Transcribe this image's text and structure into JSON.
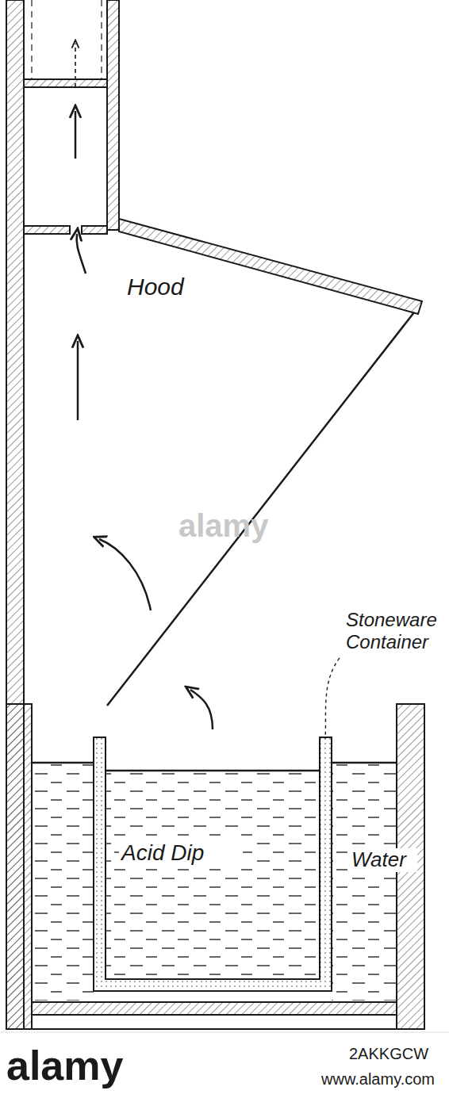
{
  "diagram": {
    "labels": [
      "Hood",
      "Stoneware Container",
      "Acid Dip",
      "Water",
      "alamy",
      "alamy",
      "2AKKGCW",
      "www.alamy.com"
    ]
  }
}
